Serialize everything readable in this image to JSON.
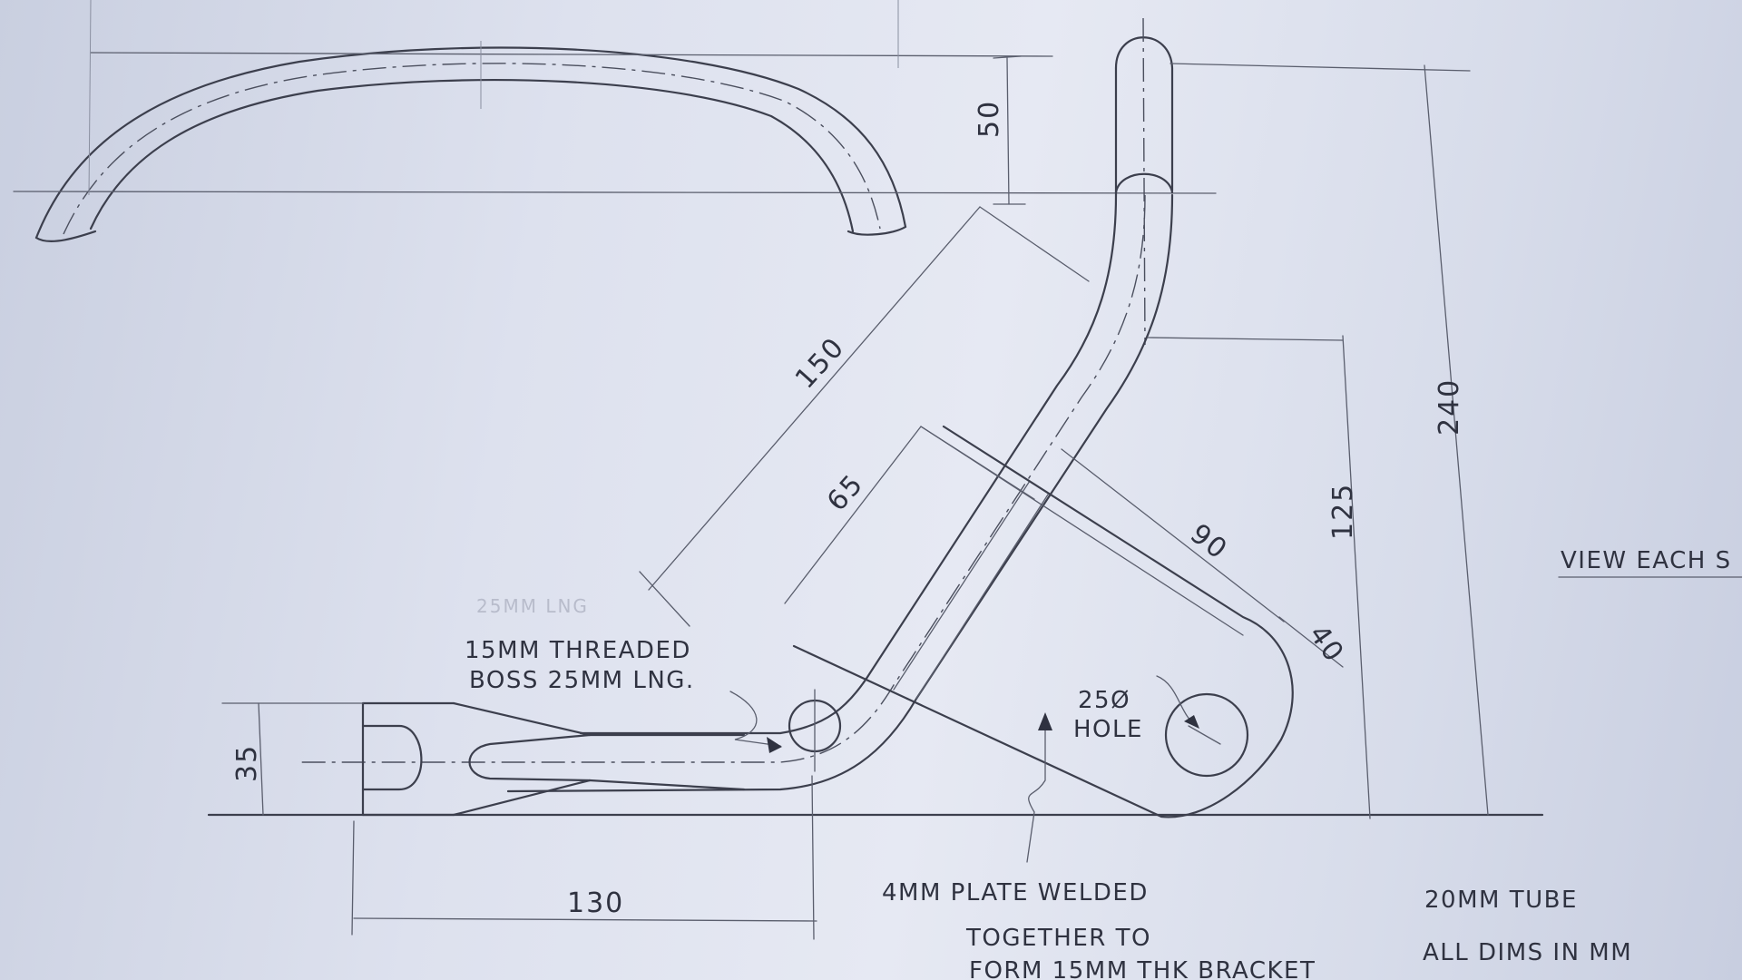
{
  "dimensions": {
    "d50": "50",
    "d150": "150",
    "d65": "65",
    "d90": "90",
    "d40": "40",
    "d240": "240",
    "d125": "125",
    "d35": "35",
    "d130": "130"
  },
  "notes": {
    "boss_line1": "15MM THREADED",
    "boss_line2": "BOSS 25MM LNG.",
    "ghost": "25MM LNG",
    "hole_line1": "25Ø",
    "hole_line2": "HOLE",
    "plate_line1": "4MM PLATE WELDED",
    "plate_line2": "TOGETHER TO",
    "plate_line3": "FORM 15MM THK BRACKET",
    "tube": "20MM TUBE",
    "units": "ALL DIMS IN MM",
    "view": "VIEW EACH S"
  }
}
